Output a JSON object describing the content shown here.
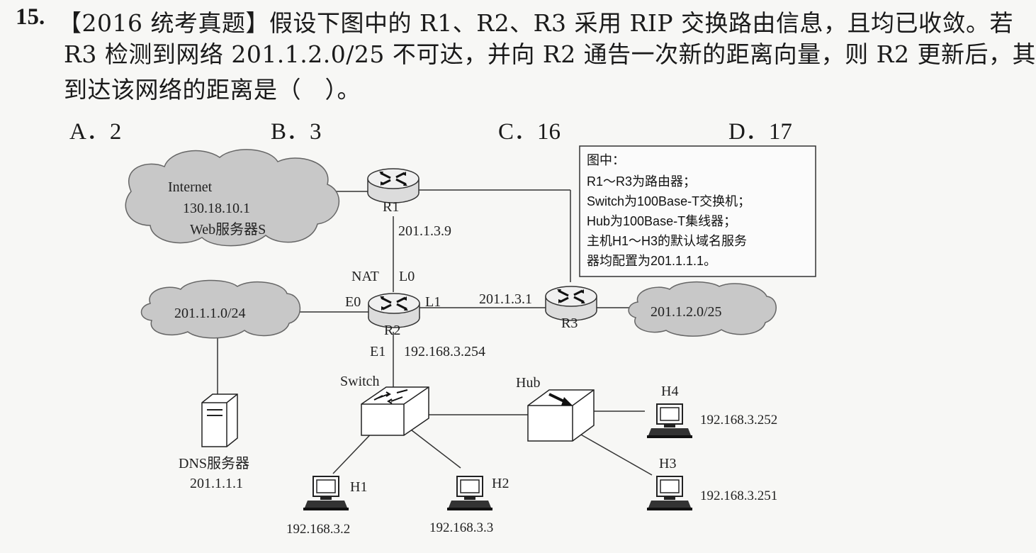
{
  "question": {
    "number": "15.",
    "line1": "【2016 统考真题】假设下图中的 R1、R2、R3 采用 RIP 交换路由信息，且均已收敛。若",
    "line2": "R3 检测到网络 201.1.2.0/25 不可达，并向 R2 通告一次新的距离向量，则 R2 更新后，其",
    "line3": "到达该网络的距离是（　）。"
  },
  "options": {
    "a": "A．2",
    "b": "B．3",
    "c": "C．16",
    "d": "D．17"
  },
  "diagram": {
    "internet_cloud": [
      "Internet",
      "130.18.10.1",
      "Web服务器S"
    ],
    "lan_cloud": "201.1.1.0/24",
    "r3_cloud": "201.1.2.0/25",
    "r1": "R1",
    "r2": "R2",
    "r3": "R3",
    "r1_ip": "201.1.3.9",
    "nat": "NAT",
    "l0": "L0",
    "l1": "L1",
    "e0": "E0",
    "e1": "E1",
    "r3_ip": "201.1.3.1",
    "e1_ip": "192.168.3.254",
    "switch": "Switch",
    "hub": "Hub",
    "dns_label": "DNS服务器",
    "dns_ip": "201.1.1.1",
    "h1": "H1",
    "h1_ip": "192.168.3.2",
    "h2": "H2",
    "h2_ip": "192.168.3.3",
    "h3": "H3",
    "h3_ip": "192.168.3.251",
    "h4": "H4",
    "h4_ip": "192.168.3.252",
    "legend": [
      "图中：",
      "R1～R3为路由器；",
      "Switch为100Base-T交换机；",
      "Hub为100Base-T集线器；",
      "主机H1～H3的默认域名服务",
      "器均配置为201.1.1.1。"
    ]
  }
}
